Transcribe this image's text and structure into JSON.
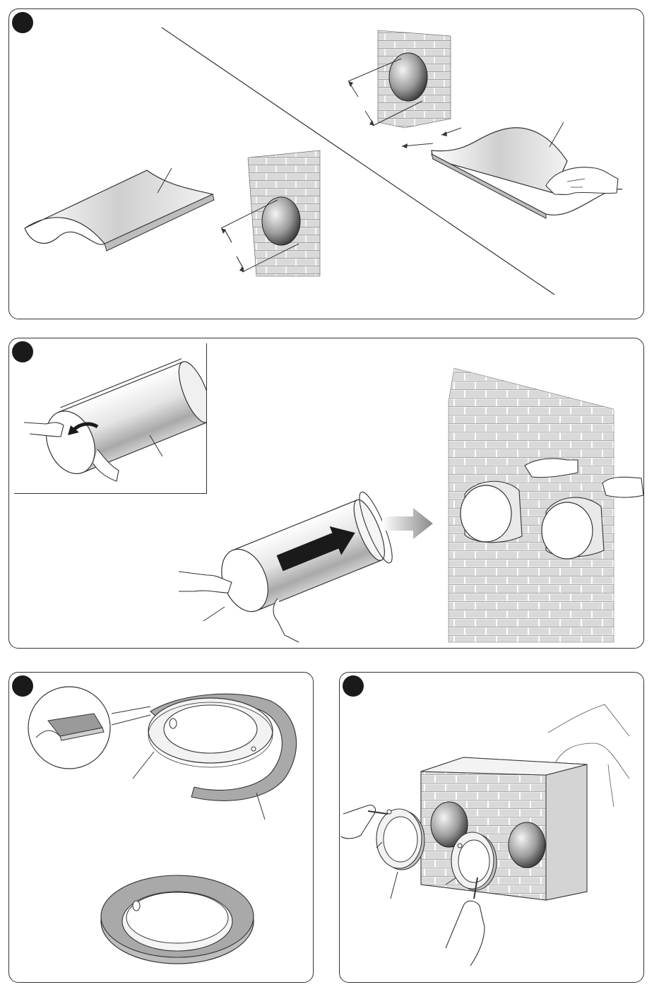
{
  "figure": {
    "panels": [
      {
        "id": "panel-1",
        "step_marker": "filled-circle"
      },
      {
        "id": "panel-2",
        "step_marker": "filled-circle"
      },
      {
        "id": "panel-3",
        "step_marker": "filled-circle"
      },
      {
        "id": "panel-4",
        "step_marker": "filled-circle"
      }
    ],
    "colors": {
      "outline": "#333333",
      "marker": "#1a1a1a",
      "brick": "#d9d9d9",
      "mortar": "#ffffff",
      "arrow_dark": "#1a1a1a",
      "arrow_gray": "#9a9a9a"
    },
    "icons": [
      "step-marker-icon",
      "hand-icon",
      "direction-arrow-icon",
      "brick-wall-icon"
    ]
  }
}
